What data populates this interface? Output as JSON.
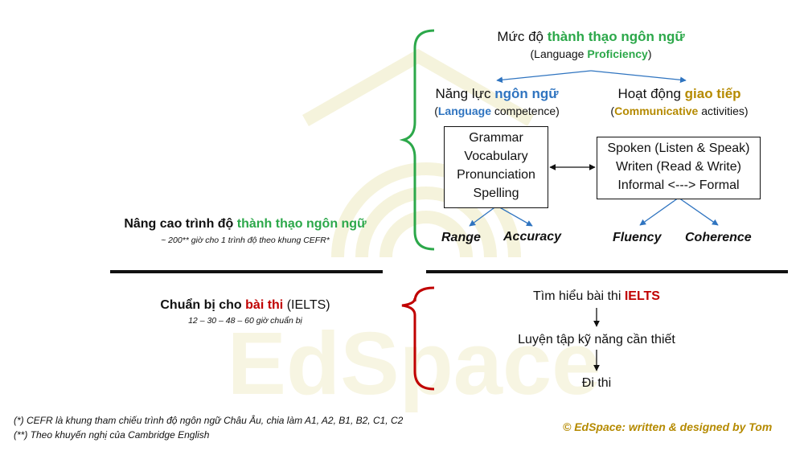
{
  "watermark": {
    "text": "EdSpace"
  },
  "top": {
    "title_prefix": "Mức độ ",
    "title_highlight": "thành thạo ngôn ngữ",
    "subtitle_prefix": "(Language ",
    "subtitle_highlight": "Proficiency",
    "subtitle_suffix": ")"
  },
  "left_branch": {
    "title_prefix": "Năng lực ",
    "title_highlight": "ngôn ngữ",
    "subtitle_prefix": "(",
    "subtitle_highlight": "Language",
    "subtitle_suffix": " competence)",
    "box_items": [
      "Grammar",
      "Vocabulary",
      "Pronunciation",
      "Spelling"
    ],
    "outcomes": [
      "Range",
      "Accuracy"
    ]
  },
  "right_branch": {
    "title_prefix": "Hoạt động ",
    "title_highlight": "giao tiếp",
    "subtitle_prefix": "(",
    "subtitle_highlight": "Communicative",
    "subtitle_suffix": " activities)",
    "box_items": [
      "Spoken (Listen & Speak)",
      "Writen (Read & Write)",
      "Informal <---> Formal"
    ],
    "outcomes": [
      "Fluency",
      "Coherence"
    ]
  },
  "section_proficiency": {
    "title_prefix": "Nâng cao trình độ ",
    "title_highlight": "thành thạo ngôn ngữ",
    "note": "~ 200** giờ cho 1 trình độ theo khung CEFR*"
  },
  "section_exam": {
    "title_prefix": "Chuẩn bị cho ",
    "title_highlight": "bài thi",
    "title_suffix": " (IELTS)",
    "note": "12 – 30 – 48 – 60 giờ chuẩn bị",
    "steps": {
      "step1_prefix": "Tìm hiểu bài thi ",
      "step1_highlight": "IELTS",
      "step2": "Luyện tập kỹ năng cần thiết",
      "step3": "Đi thi"
    }
  },
  "footnotes": [
    "(*) CEFR là khung tham chiếu trình độ ngôn ngữ Châu Âu, chia làm A1, A2, B1, B2, C1, C2",
    "(**) Theo khuyến nghị của Cambridge English"
  ],
  "credit": "© EdSpace: written & designed by Tom",
  "colors": {
    "green": "#2ca84a",
    "blue": "#2f74c0",
    "gold": "#b58a00",
    "red": "#c00000",
    "credit": "#b58a00"
  }
}
